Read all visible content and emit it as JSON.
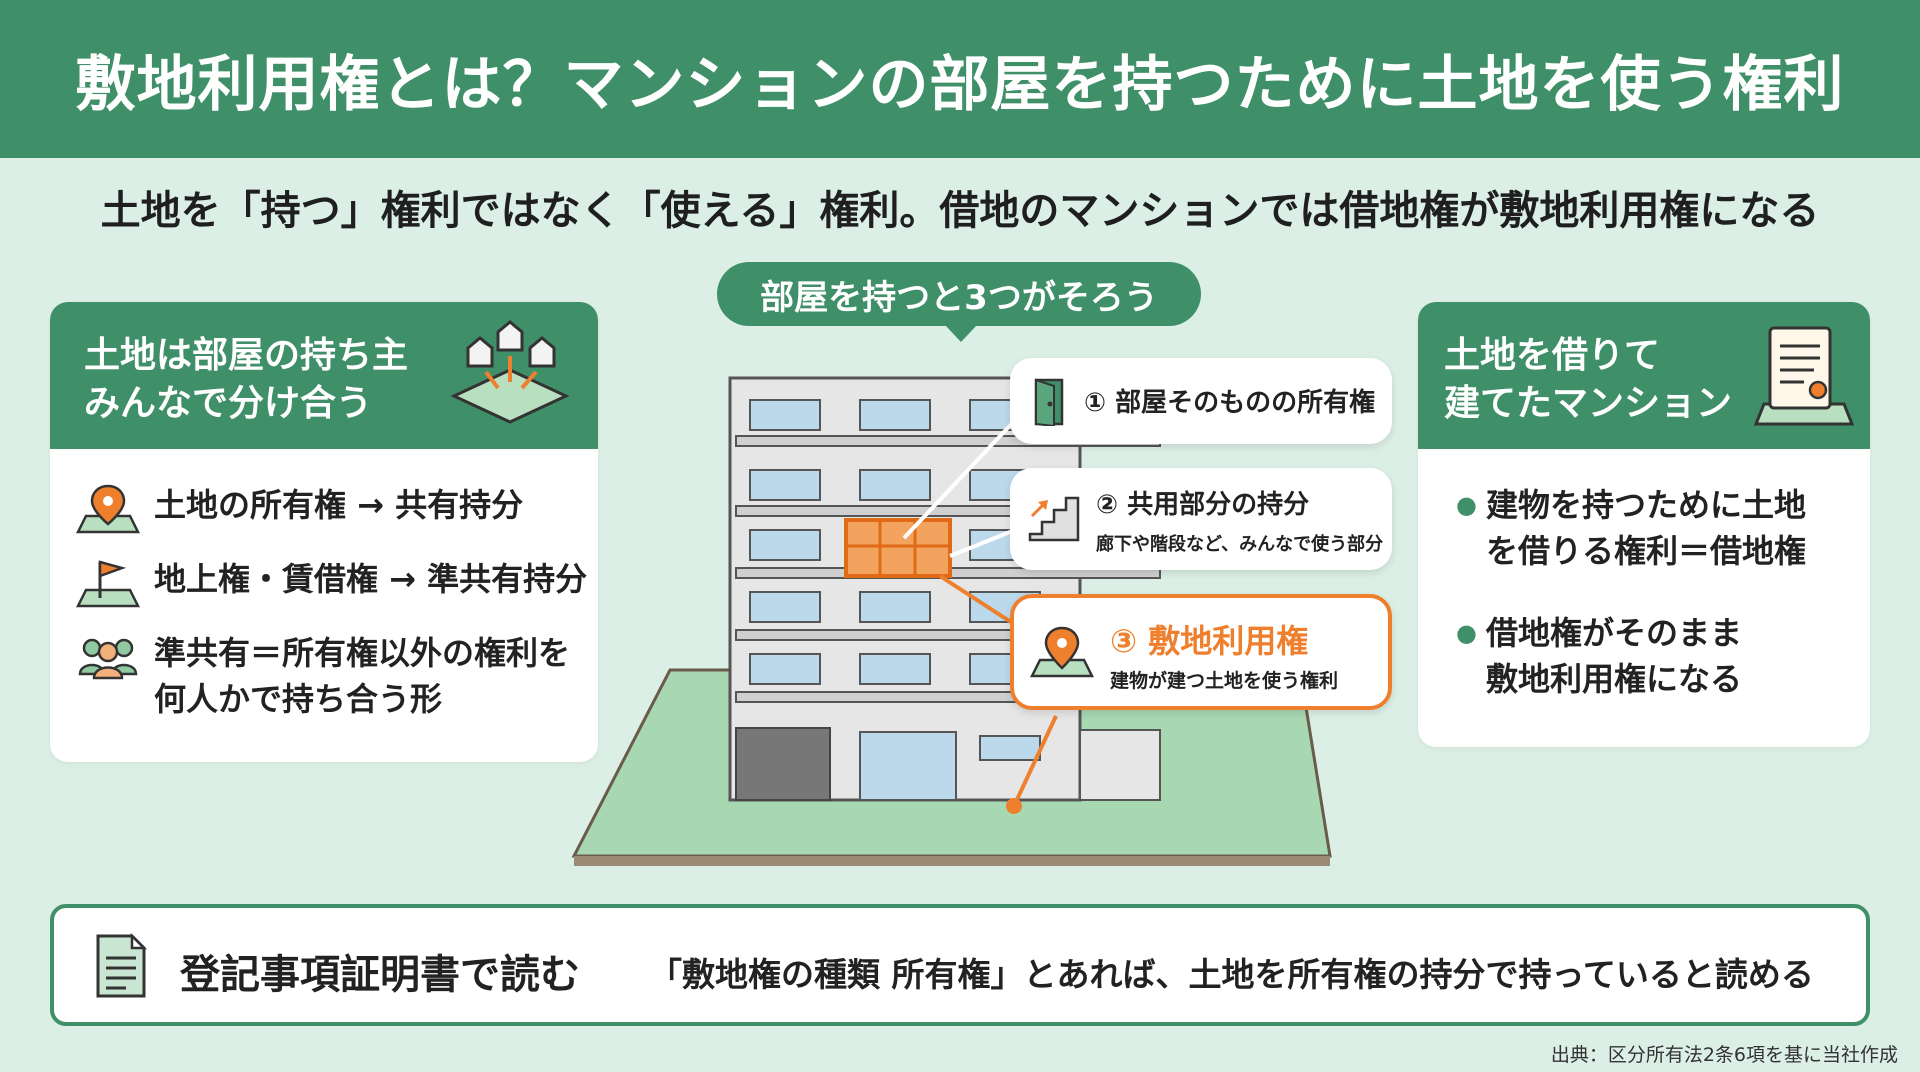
{
  "header": {
    "title": "敷地利用権とは？マンションの部屋を持つために土地を使う権利"
  },
  "subtitle": "土地を「持つ」権利ではなく「使える」権利。借地のマンションでは借地権が敷地利用権になる",
  "center": {
    "pill": "部屋を持つと3つがそろう",
    "callouts": [
      {
        "title": "① 部屋そのものの所有権"
      },
      {
        "title": "② 共用部分の持分",
        "sub": "廊下や階段など、みんなで使う部分"
      },
      {
        "num": "③",
        "title": "敷地利用権",
        "sub": "建物が建つ土地を使う権利"
      }
    ]
  },
  "left_card": {
    "title_line1": "土地は部屋の持ち主",
    "title_line2": "みんなで分け合う",
    "rows": [
      {
        "text": "土地の所有権 → 共有持分",
        "icon": "map-pin-icon"
      },
      {
        "text": "地上権・賃借権 → 準共有持分",
        "icon": "flag-icon"
      },
      {
        "text_line1": "準共有＝所有権以外の権利を",
        "text_line2": "何人かで持ち合う形",
        "icon": "people-icon"
      }
    ]
  },
  "right_card": {
    "title_line1": "土地を借りて",
    "title_line2": "建てたマンション",
    "bullets": [
      {
        "line1": "建物を持つために土地",
        "line2": "を借りる権利＝借地権"
      },
      {
        "line1": "借地権がそのまま",
        "line2": "敷地利用権になる"
      }
    ]
  },
  "bottom": {
    "title": "登記事項証明書で読む",
    "desc": "「敷地権の種類 所有権」とあれば、土地を所有権の持分で持っていると読める"
  },
  "source": "出典：区分所有法2条6項を基に当社作成",
  "colors": {
    "green": "#3f8f68",
    "orange": "#ee7f2d",
    "bg": "#dcefe6",
    "land": "#a8d8b2"
  }
}
